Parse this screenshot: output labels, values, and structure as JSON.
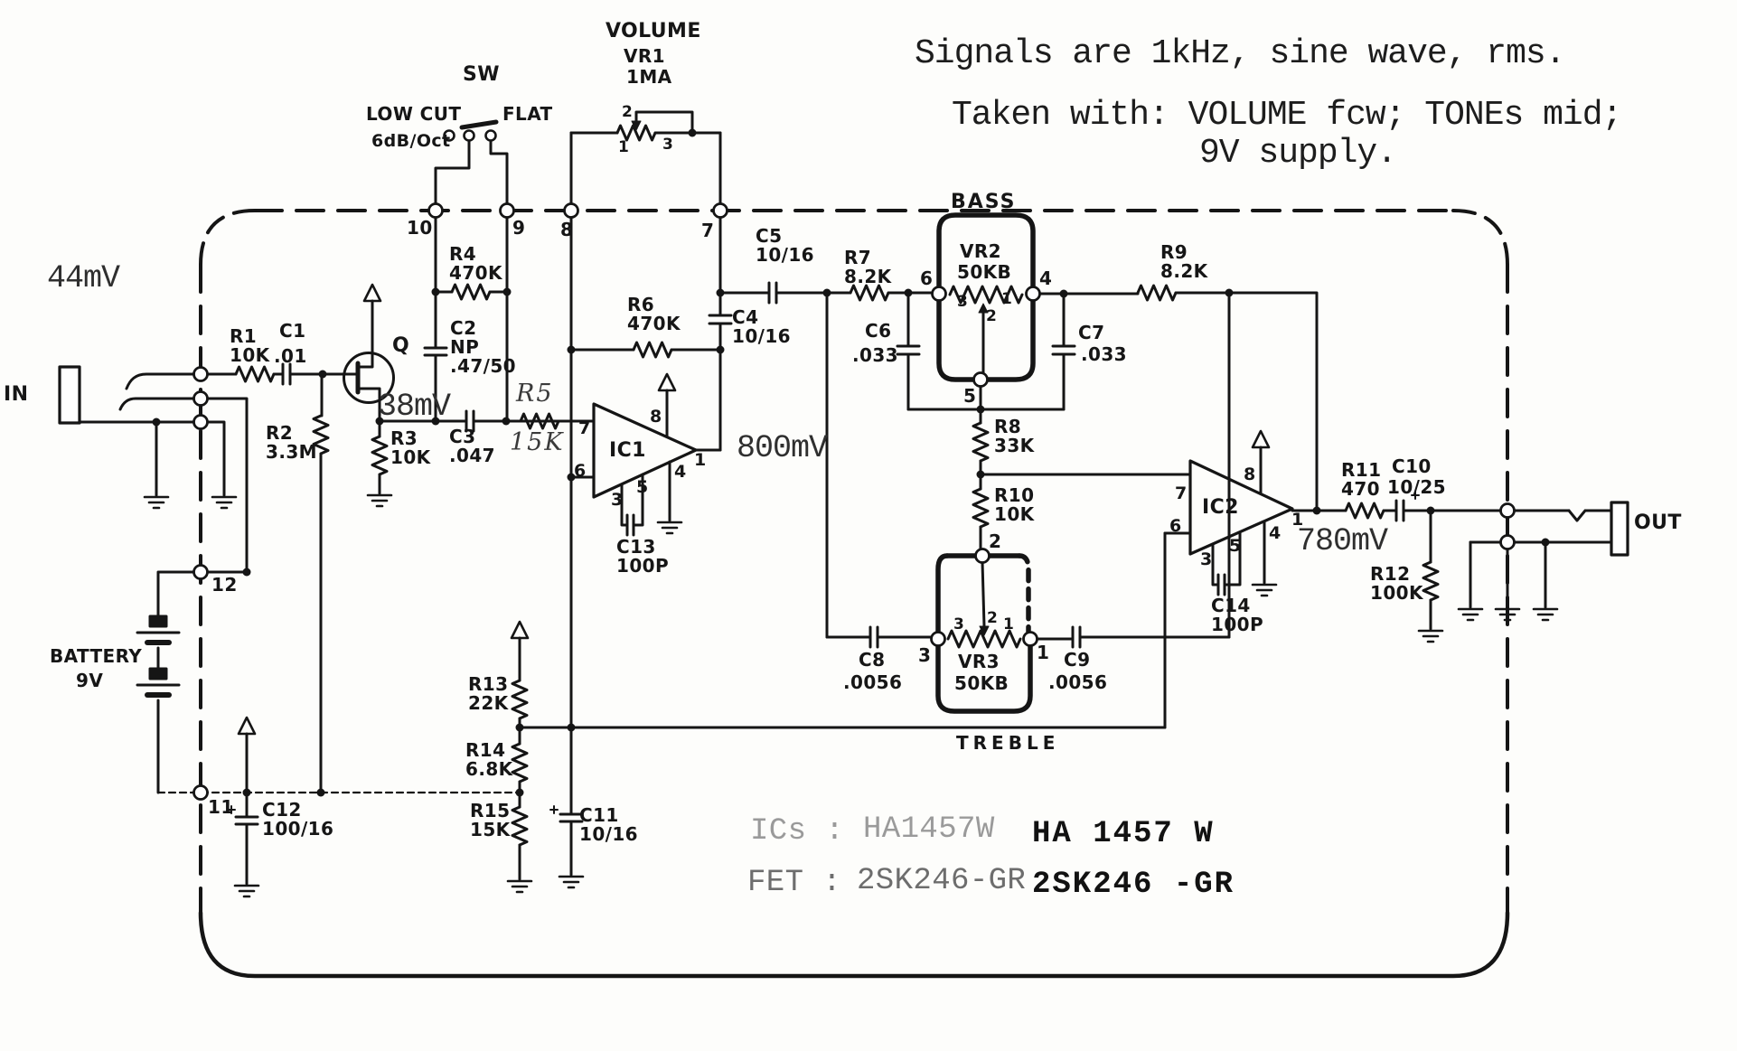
{
  "notes": {
    "l1": "Signals are 1kHz, sine wave, rms.",
    "l2": "Taken with: VOLUME fcw; TONEs mid;",
    "l3": "9V supply."
  },
  "levels": {
    "in": "44mV",
    "fet": "38mV",
    "ic1": "800mV",
    "ic2": "780mV"
  },
  "io": {
    "in": "IN",
    "out": "OUT"
  },
  "battery": {
    "name": "BATTERY",
    "value": "9V"
  },
  "sw": {
    "name": "SW",
    "pos_left": "LOW CUT",
    "pos_right": "FLAT",
    "slope": "6dB/Oct"
  },
  "pots": {
    "vr1": {
      "title": "VOLUME",
      "ref": "VR1",
      "value": "1MA"
    },
    "vr2": {
      "title": "BASS",
      "ref": "VR2",
      "value": "50KB"
    },
    "vr3": {
      "title": "TREBLE",
      "ref": "VR3",
      "value": "50KB"
    }
  },
  "semi": {
    "q": "Q",
    "ic1": "IC1",
    "ic2": "IC2"
  },
  "r": {
    "r1": {
      "ref": "R1",
      "v": "10K"
    },
    "r2": {
      "ref": "R2",
      "v": "3.3M"
    },
    "r3": {
      "ref": "R3",
      "v": "10K"
    },
    "r4": {
      "ref": "R4",
      "v": "470K"
    },
    "r5": {
      "ref": "R5",
      "v": "15K"
    },
    "r6": {
      "ref": "R6",
      "v": "470K"
    },
    "r7": {
      "ref": "R7",
      "v": "8.2K"
    },
    "r8": {
      "ref": "R8",
      "v": "33K"
    },
    "r9": {
      "ref": "R9",
      "v": "8.2K"
    },
    "r10": {
      "ref": "R10",
      "v": "10K"
    },
    "r11": {
      "ref": "R11",
      "v": "470"
    },
    "r12": {
      "ref": "R12",
      "v": "100K"
    },
    "r13": {
      "ref": "R13",
      "v": "22K"
    },
    "r14": {
      "ref": "R14",
      "v": "6.8K"
    },
    "r15": {
      "ref": "R15",
      "v": "15K"
    }
  },
  "c": {
    "c1": {
      "ref": "C1",
      "v": ".01"
    },
    "c2": {
      "ref": "C2",
      "note": "NP",
      "v": ".47/50"
    },
    "c3": {
      "ref": "C3",
      "v": ".047"
    },
    "c4": {
      "ref": "C4",
      "v": "10/16"
    },
    "c5": {
      "ref": "C5",
      "v": "10/16"
    },
    "c6": {
      "ref": "C6",
      "v": ".033"
    },
    "c7": {
      "ref": "C7",
      "v": ".033"
    },
    "c8": {
      "ref": "C8",
      "v": ".0056"
    },
    "c9": {
      "ref": "C9",
      "v": ".0056"
    },
    "c10": {
      "ref": "C10",
      "v": "10/25"
    },
    "c11": {
      "ref": "C11",
      "v": "10/16"
    },
    "c12": {
      "ref": "C12",
      "v": "100/16"
    },
    "c13": {
      "ref": "C13",
      "v": "100P"
    },
    "c14": {
      "ref": "C14",
      "v": "100P"
    }
  },
  "pins": {
    "p1": "1",
    "p2": "2",
    "p3": "3",
    "p4": "4",
    "p5": "5",
    "p6": "6",
    "p7": "7",
    "p8": "8",
    "p9": "9",
    "p10": "10",
    "p11": "11",
    "p12": "12"
  },
  "footer": {
    "ics_label": "ICs :",
    "ics_typed": "HA1457W",
    "ics_bold": "HA 1457 W",
    "fet_label": "FET :",
    "fet_typed": "2SK246-GR",
    "fet_bold": "2SK246 -GR"
  }
}
